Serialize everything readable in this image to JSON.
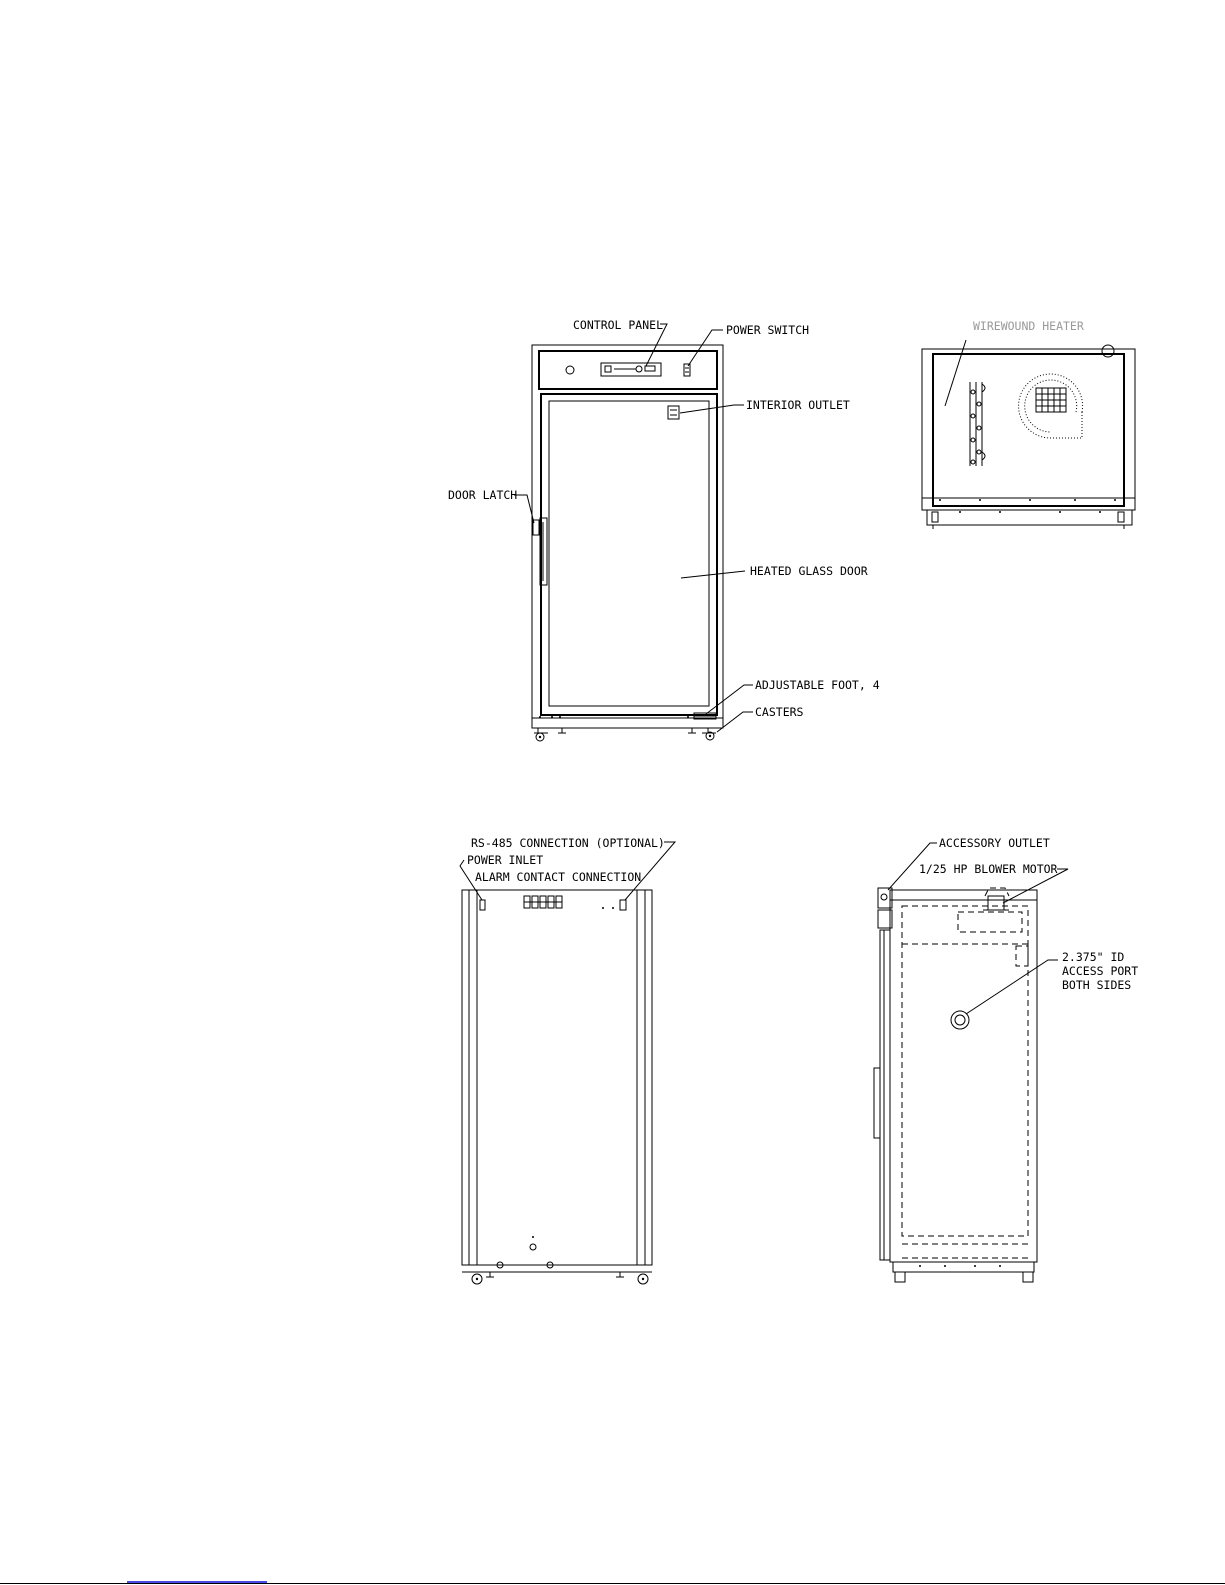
{
  "front_view": {
    "labels": {
      "control_panel": "CONTROL PANEL",
      "power_switch": "POWER SWITCH",
      "interior_outlet": "INTERIOR OUTLET",
      "door_latch": "DOOR LATCH",
      "heated_glass_door": "HEATED GLASS DOOR",
      "adjustable_foot": "ADJUSTABLE FOOT, 4",
      "casters": "CASTERS"
    }
  },
  "top_view": {
    "labels": {
      "wirewound_heater": "WIREWOUND HEATER"
    }
  },
  "rear_view": {
    "labels": {
      "rs485": "RS-485 CONNECTION (OPTIONAL)",
      "power_inlet": "POWER INLET",
      "alarm_contact": "ALARM CONTACT CONNECTION"
    }
  },
  "side_view": {
    "labels": {
      "accessory_outlet": "ACCESSORY OUTLET",
      "blower_motor": "1/25 HP BLOWER MOTOR",
      "access_port_line1": "2.375\" ID",
      "access_port_line2": "ACCESS PORT",
      "access_port_line3": "BOTH SIDES"
    }
  }
}
